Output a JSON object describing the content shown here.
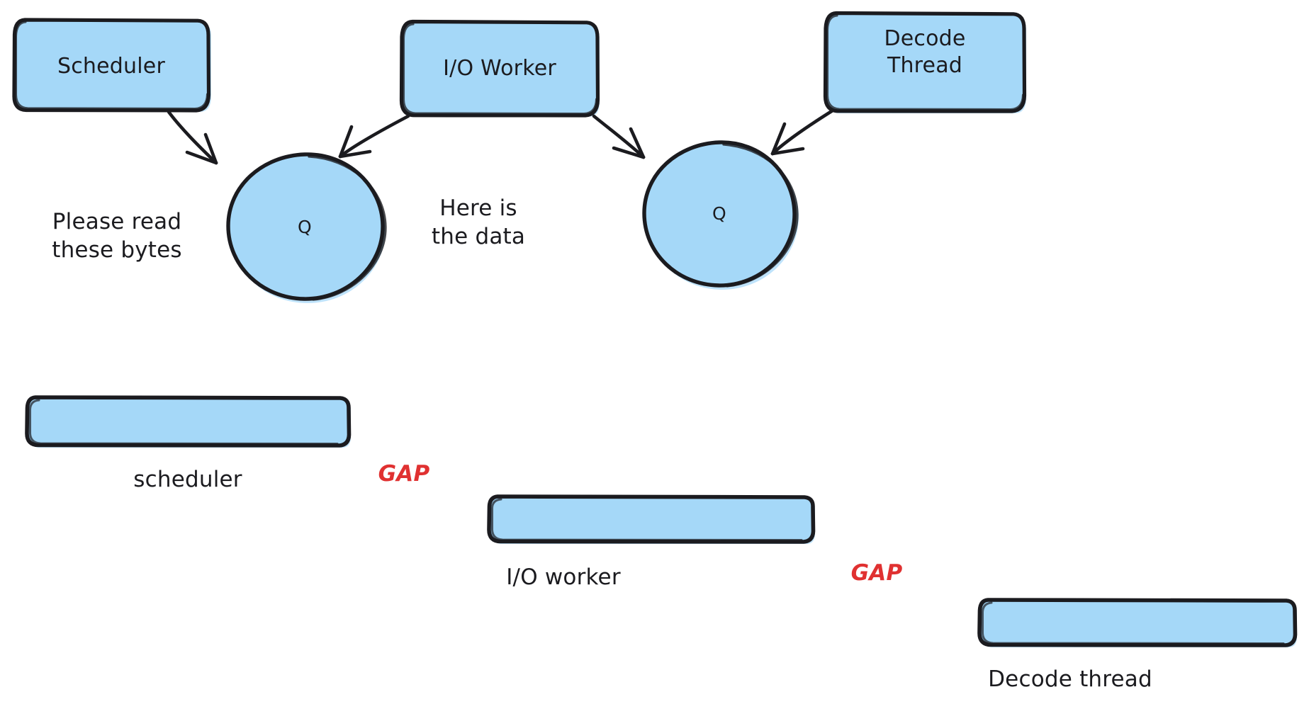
{
  "diagram": {
    "title": "Thread pipeline with queue handoffs and timeline gaps",
    "style": "hand-drawn",
    "colors": {
      "fill": "#a5d8f8",
      "stroke": "#1b1b1f",
      "accent_red": "#e03131",
      "background": "#ffffff"
    }
  },
  "nodes": [
    {
      "id": "scheduler",
      "label": "Scheduler",
      "shape": "rounded-rect"
    },
    {
      "id": "io_worker",
      "label": "I/O Worker",
      "shape": "rounded-rect"
    },
    {
      "id": "decode_thread",
      "label": "Decode\nThread",
      "shape": "rounded-rect"
    },
    {
      "id": "queue_left",
      "label": "Q",
      "shape": "circle"
    },
    {
      "id": "queue_right",
      "label": "Q",
      "shape": "circle"
    }
  ],
  "edges": [
    {
      "from": "scheduler",
      "to": "queue_left",
      "label": "Please read\nthese bytes",
      "arrow": true
    },
    {
      "from": "io_worker",
      "to": "queue_left",
      "label": "",
      "arrow": true
    },
    {
      "from": "io_worker",
      "to": "queue_right",
      "label": "Here is\nthe data",
      "arrow": true
    },
    {
      "from": "decode_thread",
      "to": "queue_right",
      "label": "",
      "arrow": true
    }
  ],
  "edge_labels": {
    "please_read": "Please read\nthese bytes",
    "here_is_data": "Here is\nthe data"
  },
  "timeline": {
    "bars": [
      {
        "id": "scheduler_bar",
        "label": "scheduler"
      },
      {
        "id": "io_worker_bar",
        "label": "I/O worker"
      },
      {
        "id": "decode_thread_bar",
        "label": "Decode thread"
      }
    ],
    "gaps": [
      {
        "id": "gap_1",
        "label": "GAP"
      },
      {
        "id": "gap_2",
        "label": "GAP"
      }
    ]
  }
}
